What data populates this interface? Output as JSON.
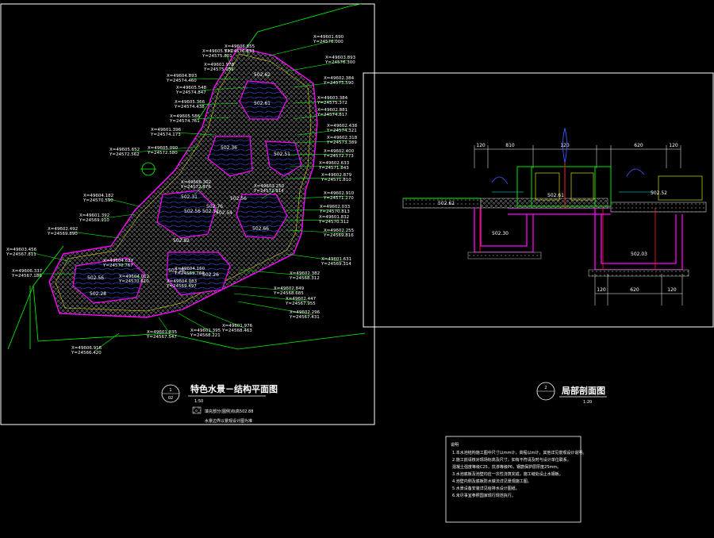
{
  "plan": {
    "title": "特色水景－结构平面图",
    "scale": "1:50",
    "number": "1",
    "sheet": "02",
    "legend_note_1": "填充部分(图例)标高502.88",
    "legend_note_2": "水景边界以景观设计图为准",
    "levels": [
      "502.62",
      "502.61",
      "502.36",
      "502.51",
      "502.66",
      "502.31",
      "502.56",
      "502.82",
      "502.52",
      "502.54",
      "502.56",
      "502.26",
      "502.76",
      "502.56",
      "502.28",
      "502.26"
    ],
    "coords": [
      {
        "x": "X=49605.531",
        "y": "Y=24575.801"
      },
      {
        "x": "X=49606.855",
        "y": "Y=24576.633"
      },
      {
        "x": "X=49601.978",
        "y": "Y=24575.051"
      },
      {
        "x": "X=49604.893",
        "y": "Y=24574.460"
      },
      {
        "x": "X=49605.548",
        "y": "Y=24574.847"
      },
      {
        "x": "X=49605.366",
        "y": "Y=24574.438"
      },
      {
        "x": "X=49605.586",
        "y": "Y=24574.761"
      },
      {
        "x": "X=49601.396",
        "y": "Y=24574.173"
      },
      {
        "x": "X=49605.652",
        "y": "Y=24572.562"
      },
      {
        "x": "X=49605.090",
        "y": "Y=24572.580"
      },
      {
        "x": "X=49604.182",
        "y": "Y=24570.590"
      },
      {
        "x": "X=49601.392",
        "y": "Y=24569.910"
      },
      {
        "x": "X=49602.492",
        "y": "Y=24569.890"
      },
      {
        "x": "X=49603.456",
        "y": "Y=24567.811"
      },
      {
        "x": "X=49606.337",
        "y": "Y=24567.186"
      },
      {
        "x": "X=49606.916",
        "y": "Y=24566.420"
      },
      {
        "x": "X=49601.690",
        "y": "Y=24576.000"
      },
      {
        "x": "X=49603.893",
        "y": "Y=24576.300"
      },
      {
        "x": "X=49602.384",
        "y": "Y=24575.590"
      },
      {
        "x": "X=49603.384",
        "y": "Y=24575.372"
      },
      {
        "x": "X=49602.881",
        "y": "Y=24574.817"
      },
      {
        "x": "X=49602.438",
        "y": "Y=24574.321"
      },
      {
        "x": "X=49602.318",
        "y": "Y=24573.389"
      },
      {
        "x": "X=49602.400",
        "y": "Y=24572.773"
      },
      {
        "x": "X=49602.633",
        "y": "Y=24571.843"
      },
      {
        "x": "X=49602.879",
        "y": "Y=24571.810"
      },
      {
        "x": "X=49602.910",
        "y": "Y=24571.270"
      },
      {
        "x": "X=49602.033",
        "y": "Y=24570.813"
      },
      {
        "x": "X=49601.832",
        "y": "Y=24570.312"
      },
      {
        "x": "X=49602.255",
        "y": "Y=24569.816"
      },
      {
        "x": "X=49601.631",
        "y": "Y=24569.314"
      },
      {
        "x": "X=49602.382",
        "y": "Y=24568.312"
      },
      {
        "x": "X=49602.849",
        "y": "Y=24568.685"
      },
      {
        "x": "X=49602.447",
        "y": "Y=24567.955"
      },
      {
        "x": "X=49602.296",
        "y": "Y=24567.431"
      },
      {
        "x": "X=49601.976",
        "y": "Y=24568.463"
      },
      {
        "x": "X=49601.395",
        "y": "Y=24568.221"
      },
      {
        "x": "X=49601.835",
        "y": "Y=24567.547"
      },
      {
        "x": "X=49604.627",
        "y": "Y=24570.767"
      },
      {
        "x": "X=49604.012",
        "y": "Y=24570.610"
      },
      {
        "x": "X=49604.160",
        "y": "Y=24569.760"
      },
      {
        "x": "X=49604.083",
        "y": "Y=24569.497"
      },
      {
        "x": "X=49606.302",
        "y": "Y=24572.976"
      },
      {
        "x": "X=49603.250",
        "y": "Y=24572.914"
      }
    ]
  },
  "section": {
    "title": "局部剖面图",
    "scale": "1:20",
    "number": "2",
    "dims_top": [
      "120",
      "810",
      "120",
      "620",
      "120"
    ],
    "dims_bottom": [
      "120",
      "620",
      "120"
    ],
    "levels": [
      "502.61",
      "502.62",
      "502.30",
      "502.03",
      "502.52"
    ]
  },
  "notes": {
    "heading": "说明",
    "lines": [
      "1.本水池结构施工图中尺寸以mm计，高程以m计，其他详见景观设计说明。",
      "2.施工前请核对现场标高及尺寸，如有不符请及时与设计单位联系。",
      "  混凝土强度等级C25，抗渗等级P6，钢筋保护层厚度25mm。",
      "3.水池底板及池壁均应一次性浇筑完成，施工缝处设止水钢板。",
      "4.池壁内侧及底板防水做法详见景观施工图。",
      "5.水景设备安装详见给排水设计图纸。",
      "6.未尽事宜参照国家现行规范执行。"
    ]
  },
  "colors": {
    "bg": "#000000",
    "line": "#ffffff",
    "green": "#00ff00",
    "magenta": "#ff00ff",
    "blue": "#3b5bff",
    "cyan": "#00ffff",
    "yellow": "#ffff00",
    "red": "#ff2020"
  }
}
